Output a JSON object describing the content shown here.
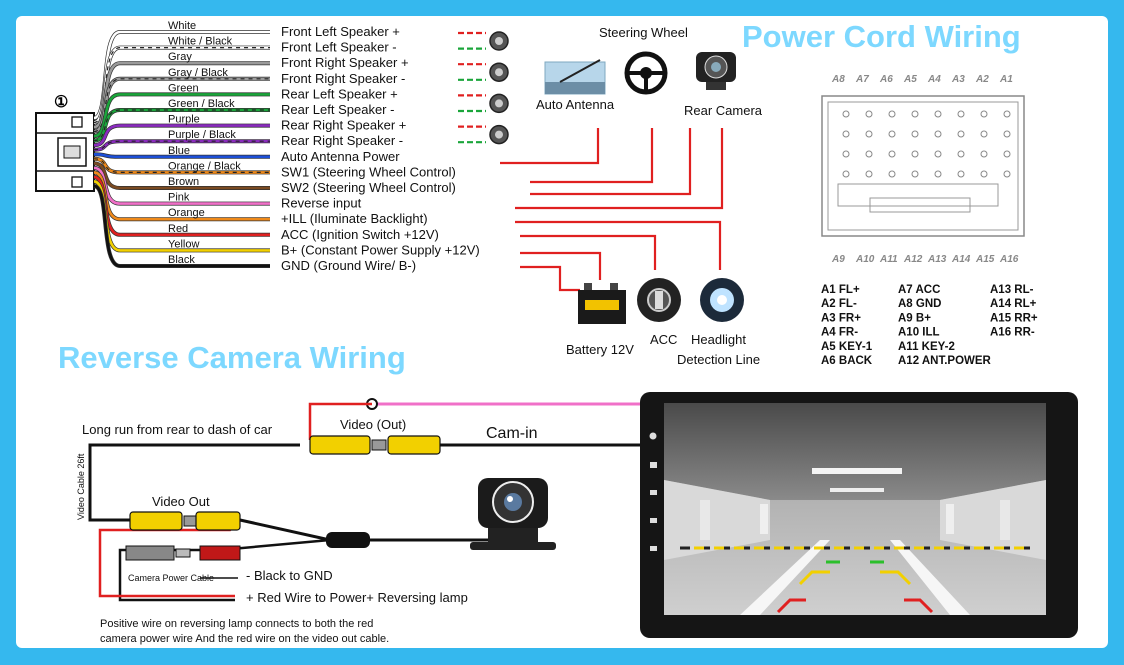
{
  "title_power": "Power Cord Wiring",
  "title_reverse": "Reverse Camera Wiring",
  "connector_label": "①",
  "wires": [
    {
      "color_name": "White",
      "function": "Front Left Speaker +",
      "color": "#ffffff",
      "stripe": ""
    },
    {
      "color_name": "White / Black",
      "function": "Front Left Speaker -",
      "color": "#ffffff",
      "stripe": "#222222"
    },
    {
      "color_name": "Gray",
      "function": "Front Right Speaker +",
      "color": "#9a9a9a",
      "stripe": ""
    },
    {
      "color_name": "Gray / Black",
      "function": "Front Right Speaker -",
      "color": "#9a9a9a",
      "stripe": "#222222"
    },
    {
      "color_name": "Green",
      "function": "Rear Left Speaker +",
      "color": "#1aa53a",
      "stripe": ""
    },
    {
      "color_name": "Green / Black",
      "function": "Rear Left Speaker -",
      "color": "#1aa53a",
      "stripe": "#222222"
    },
    {
      "color_name": "Purple",
      "function": "Rear Right Speaker +",
      "color": "#8a2bbe",
      "stripe": ""
    },
    {
      "color_name": "Purple / Black",
      "function": "Rear Right Speaker -",
      "color": "#8a2bbe",
      "stripe": "#222222"
    },
    {
      "color_name": "Blue",
      "function": "Auto Antenna Power",
      "color": "#1c4fd8",
      "stripe": ""
    },
    {
      "color_name": "Orange / Black",
      "function": "SW1 (Steering Wheel Control)",
      "color": "#f08a1a",
      "stripe": "#222222"
    },
    {
      "color_name": "Brown",
      "function": "SW2 (Steering Wheel Control)",
      "color": "#7a4a22",
      "stripe": ""
    },
    {
      "color_name": "Pink",
      "function": "Reverse input",
      "color": "#f070c8",
      "stripe": ""
    },
    {
      "color_name": "Orange",
      "function": "+ILL (Iluminate Backlight)",
      "color": "#f08a1a",
      "stripe": ""
    },
    {
      "color_name": "Red",
      "function": "ACC (Ignition Switch +12V)",
      "color": "#e02020",
      "stripe": ""
    },
    {
      "color_name": "Yellow",
      "function": "B+ (Constant Power Supply +12V)",
      "color": "#f2d000",
      "stripe": ""
    },
    {
      "color_name": "Black",
      "function": "GND (Ground Wire/ B-)",
      "color": "#111111",
      "stripe": ""
    }
  ],
  "devices": {
    "steering_wheel": "Steering Wheel",
    "auto_antenna": "Auto Antenna",
    "rear_camera": "Rear Camera",
    "battery": "Battery 12V",
    "acc": "ACC",
    "headlight_line1": "Headlight",
    "headlight_line2": "Detection Line"
  },
  "pin_top_labels": [
    "A8",
    "A7",
    "A6",
    "A5",
    "A4",
    "A3",
    "A2",
    "A1"
  ],
  "pin_bottom_labels": [
    "A9",
    "A10",
    "A11",
    "A12",
    "A13",
    "A14",
    "A15",
    "A16"
  ],
  "pin_legend": [
    [
      "A1 FL+",
      "A7 ACC",
      "A13 RL-"
    ],
    [
      "A2 FL-",
      "A8 GND",
      "A14 RL+"
    ],
    [
      "A3 FR+",
      "A9 B+",
      "A15 RR+"
    ],
    [
      "A4 FR-",
      "A10 ILL",
      "A16 RR-"
    ],
    [
      "A5 KEY-1",
      "A11 KEY-2",
      ""
    ],
    [
      "A6 BACK",
      "A12 ANT.POWER",
      ""
    ]
  ],
  "camera": {
    "long_run": "Long run from rear to dash of car",
    "video_out_in": "Video (Out)",
    "cam_in": "Cam-in",
    "video_cable": "Video Cable 26ft",
    "video_out": "Video Out",
    "camera_power_cable": "Camera Power Cable",
    "black_gnd": "- Black to GND",
    "red_power": "+ Red Wire to Power+ Reversing lamp",
    "note_line1": "Positive wire on reversing lamp connects to both the red",
    "note_line2": "camera power wire And the red wire on the video out cable."
  },
  "colors": {
    "background": "#35b8ee",
    "banner_fill": "#7dd8ff",
    "wire_red": "#e02020",
    "wire_green": "#1aa53a",
    "wire_pink": "#f070c8"
  },
  "icons": [
    "speaker-icon",
    "antenna-icon",
    "steering-wheel-icon",
    "camera-icon",
    "battery-icon",
    "acc-key-icon",
    "headlight-icon",
    "head-unit-screen"
  ]
}
